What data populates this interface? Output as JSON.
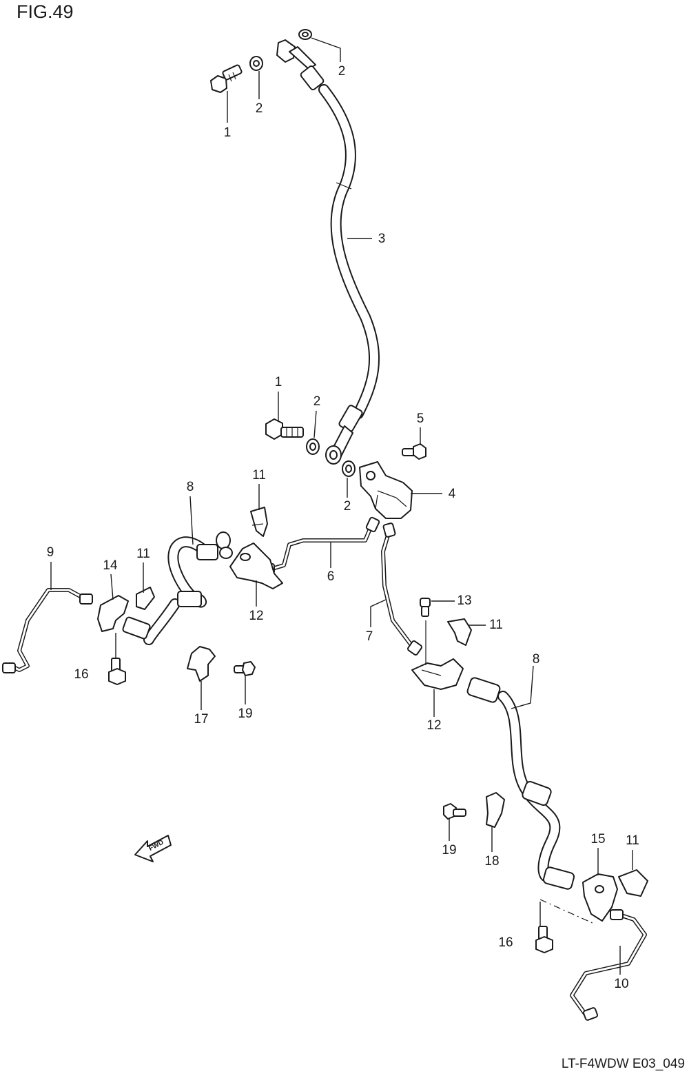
{
  "figure_title": "FIG.49",
  "figure_code": "LT-F4WDW E03_049",
  "fwd_label": "FWD",
  "callouts": [
    {
      "id": "c-1a",
      "text": "1"
    },
    {
      "id": "c-2a",
      "text": "2"
    },
    {
      "id": "c-2b",
      "text": "2"
    },
    {
      "id": "c-3",
      "text": "3"
    },
    {
      "id": "c-1b",
      "text": "1"
    },
    {
      "id": "c-2c",
      "text": "2"
    },
    {
      "id": "c-5",
      "text": "5"
    },
    {
      "id": "c-2d",
      "text": "2"
    },
    {
      "id": "c-4",
      "text": "4"
    },
    {
      "id": "c-11a",
      "text": "11"
    },
    {
      "id": "c-8a",
      "text": "8"
    },
    {
      "id": "c-6",
      "text": "6"
    },
    {
      "id": "c-12a",
      "text": "12"
    },
    {
      "id": "c-9",
      "text": "9"
    },
    {
      "id": "c-14",
      "text": "14"
    },
    {
      "id": "c-11b",
      "text": "11"
    },
    {
      "id": "c-16a",
      "text": "16"
    },
    {
      "id": "c-17",
      "text": "17"
    },
    {
      "id": "c-19a",
      "text": "19"
    },
    {
      "id": "c-7",
      "text": "7"
    },
    {
      "id": "c-13",
      "text": "13"
    },
    {
      "id": "c-11c",
      "text": "11"
    },
    {
      "id": "c-12b",
      "text": "12"
    },
    {
      "id": "c-8b",
      "text": "8"
    },
    {
      "id": "c-19b",
      "text": "19"
    },
    {
      "id": "c-18",
      "text": "18"
    },
    {
      "id": "c-15",
      "text": "15"
    },
    {
      "id": "c-11d",
      "text": "11"
    },
    {
      "id": "c-16b",
      "text": "16"
    },
    {
      "id": "c-10",
      "text": "10"
    }
  ]
}
